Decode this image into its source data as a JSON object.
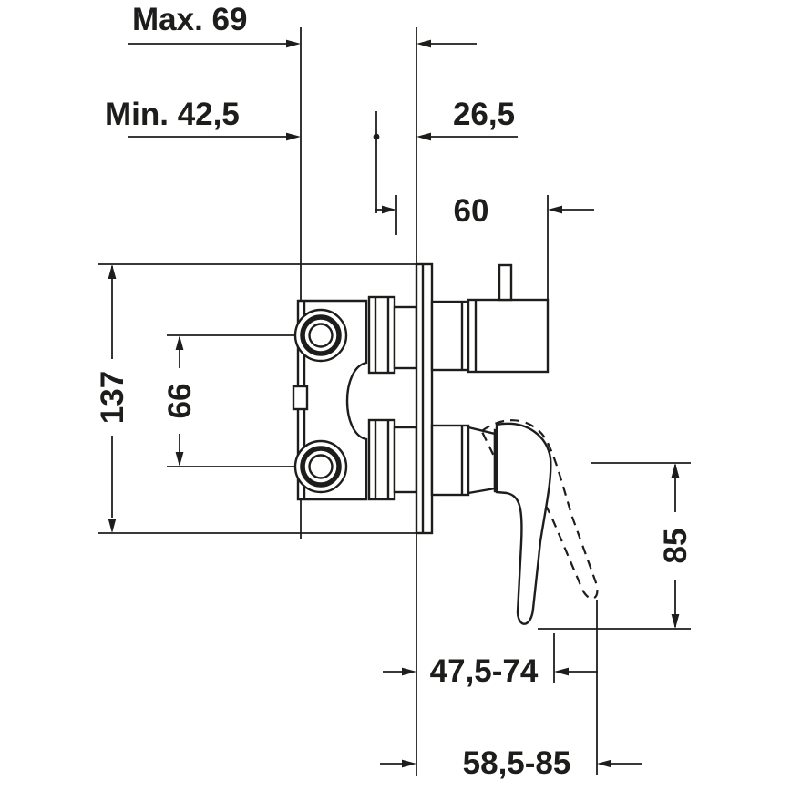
{
  "labels": {
    "max_depth": "Max. 69",
    "min_depth": "Min. 42,5",
    "tile_adjustment": "26,5",
    "stem_projection": "60",
    "plate_height": "137",
    "port_spacing": "66",
    "handle_drop": "85",
    "reach_range_front": "47,5-74",
    "reach_range_tip": "58,5-85"
  },
  "colors": {
    "line": "#1d1d1b",
    "bg": "#ffffff"
  }
}
